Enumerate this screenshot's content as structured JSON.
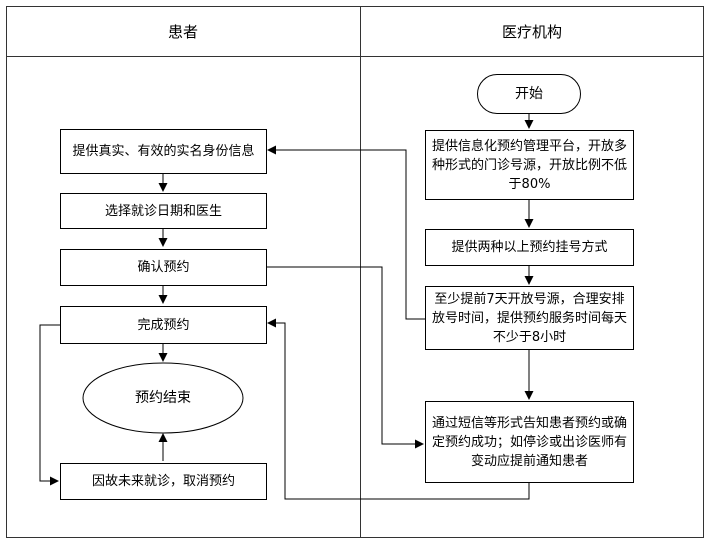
{
  "lanes": {
    "left": "患者",
    "right": "医疗机构"
  },
  "patient": {
    "step1": "提供真实、有效的实名身份信息",
    "step2": "选择就诊日期和医生",
    "step3": "确认预约",
    "step4": "完成预约",
    "end": "预约结束",
    "cancel": "因故未来就诊，取消预约"
  },
  "hospital": {
    "start": "开始",
    "step1": "提供信息化预约管理平台，开放多种形式的门诊号源，开放比例不低于80%",
    "step2": "提供两种以上预约挂号方式",
    "step3": "至少提前7天开放号源，合理安排放号时间，提供预约服务时间每天不少于8小时",
    "step4": "通过短信等形式告知患者预约或确定预约成功；如停诊或出诊医师有变动应提前通知患者"
  }
}
